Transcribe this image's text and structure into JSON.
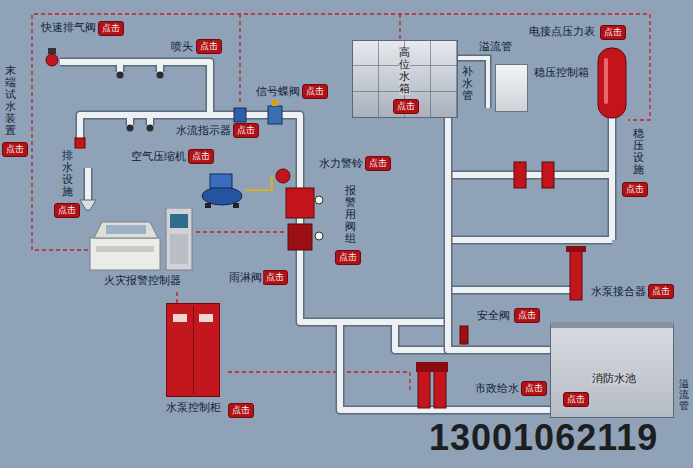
{
  "diagram": {
    "nodes": [
      {
        "text": [
          "点击"
        ]
      },
      {
        "text": [
          "点击"
        ]
      },
      {
        "text": [
          "点击"
        ]
      },
      {
        "text": [
          "高位水箱"
        ]
      },
      {
        "text": [
          "点击"
        ],
        "in": 3
      },
      {
        "text": [
          "点击"
        ]
      },
      {
        "text": [
          "稳压控制箱"
        ]
      },
      {
        "text": [
          "点击"
        ]
      },
      {
        "text": [
          "点击"
        ]
      },
      {
        "text": [
          "点击"
        ]
      },
      {
        "text": [
          "点击"
        ]
      },
      {
        "text": [
          "点击"
        ]
      },
      {
        "text": [
          "点击"
        ]
      },
      {
        "text": [
          "点击"
        ]
      },
      {
        "text": [
          "火灾报警控制器"
        ]
      },
      {
        "text": [
          "点击"
        ]
      },
      {
        "text": [
          "点击"
        ]
      },
      {
        "text": [
          "点击"
        ]
      },
      {
        "text": [
          "水泵控制柜"
        ]
      },
      {
        "text": [
          "点击"
        ]
      },
      {
        "text": [
          "点击"
        ]
      },
      {
        "text": [
          "消防水池"
        ]
      },
      {
        "text": [
          "点击"
        ],
        "in": 21
      }
    ],
    "edges": [
      {
        "from": 14,
        "to": 18,
        "arrow": "none"
      },
      {
        "from": 3,
        "to": 21,
        "arrow": "none"
      }
    ],
    "labels": [
      "快速排气阀",
      "喷头",
      "末端试水装置",
      "信号蝶阀",
      "水流指示器",
      "空气压缩机",
      "水力警铃",
      "排水设施",
      "报警用阀组",
      "雨淋阀",
      "溢流管",
      "补水管",
      "电接点压力表",
      "稳压设施",
      "水泵接合器",
      "安全阀",
      "市政给水",
      "溢流管",
      "13001062119"
    ]
  }
}
